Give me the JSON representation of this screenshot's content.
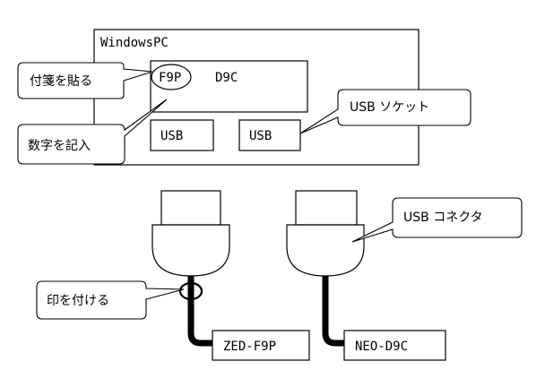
{
  "pc": {
    "title": "WindowsPC",
    "screen_label_1": "F9P",
    "screen_label_2": "D9C",
    "usb_port_1": "USB",
    "usb_port_2": "USB"
  },
  "callouts": {
    "sticky_note": "付箋を貼る",
    "write_number": "数字を記入",
    "usb_socket": "USB ソケット",
    "usb_connector": "USB コネクタ",
    "mark": "印を付ける"
  },
  "cables": {
    "left_label": "ZED-F9P",
    "right_label": "NEO-D9C"
  }
}
